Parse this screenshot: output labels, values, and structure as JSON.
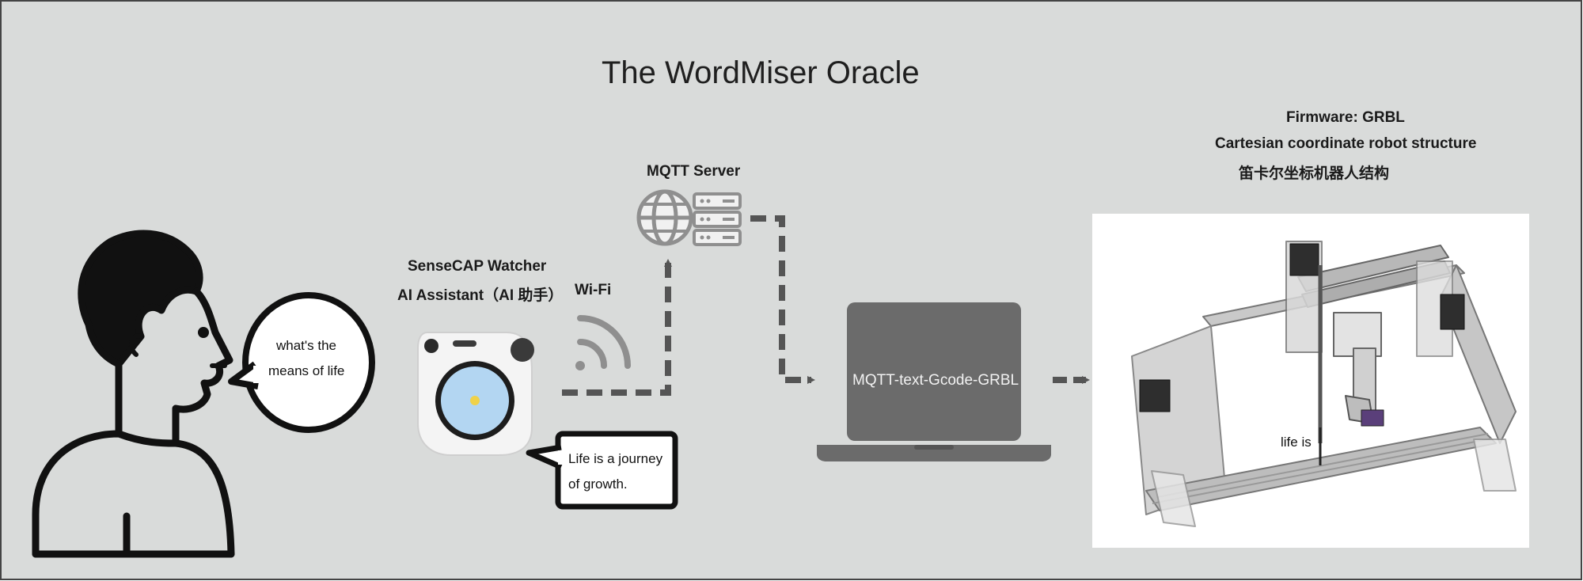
{
  "title": "The WordMiser Oracle",
  "labels": {
    "mqtt_server": "MQTT Server",
    "watcher_line1": "SenseCAP Watcher",
    "watcher_line2": "AI Assistant（AI 助手）",
    "wifi": "Wi-Fi",
    "laptop": "MQTT-text-Gcode-GRBL",
    "firmware": "Firmware: GRBL",
    "structure_en": "Cartesian coordinate robot structure",
    "structure_zh": "笛卡尔坐标机器人结构"
  },
  "bubbles": {
    "question_line1": "what's the",
    "question_line2": "means of life",
    "answer_line1": "Life is a journey",
    "answer_line2": "of growth."
  },
  "robot": {
    "written_text": "life is"
  },
  "colors": {
    "background": "#d9dbda",
    "arrow": "#555555",
    "laptop": "#6b6b6b",
    "icon_gray": "#8f8f8f"
  }
}
